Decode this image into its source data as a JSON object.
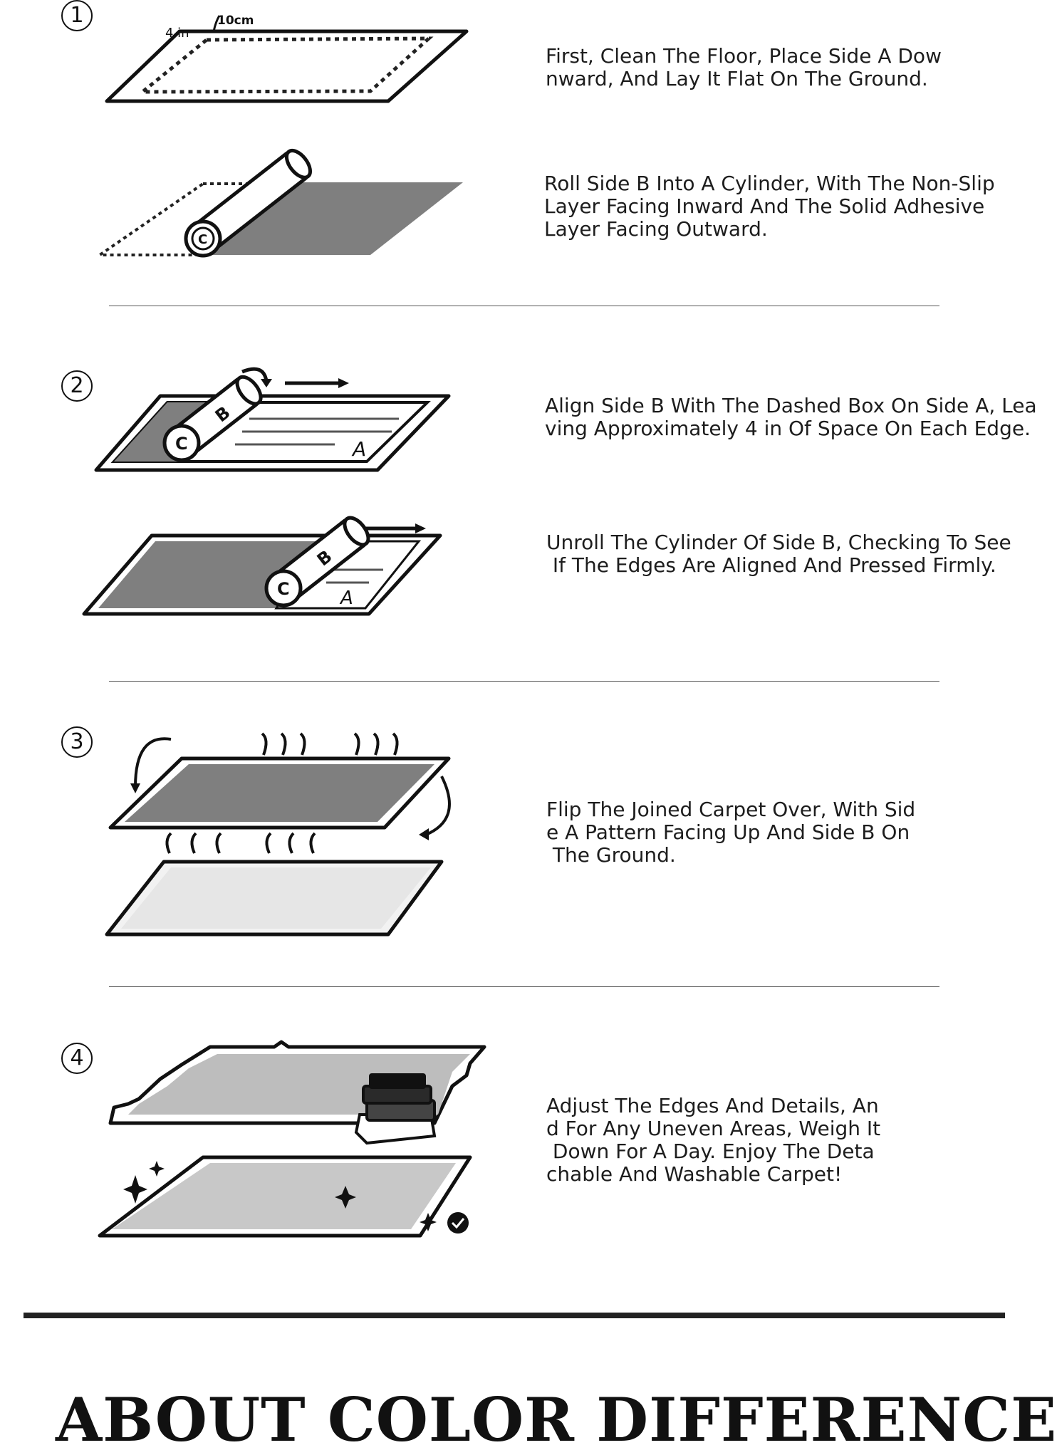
{
  "steps": [
    {
      "number": "1",
      "dimension_in": "4 in",
      "dimension_cm": "10cm",
      "text_a": "First, Clean The Floor, Place Side A Dow\nnward, And Lay It Flat On The Ground.",
      "text_b": "Roll Side B Into A Cylinder, With The Non-Slip\nLayer Facing Inward And The Solid Adhesive\nLayer Facing Outward.",
      "roll_letter": "C"
    },
    {
      "number": "2",
      "text_a": "Align Side B With The Dashed Box On Side A, Lea\nving Approximately 4 in Of Space On Each Edge.",
      "text_b": "Unroll The Cylinder Of Side B, Checking To See\n If The Edges Are Aligned And Pressed Firmly.",
      "letters": [
        "C",
        "B",
        "A"
      ]
    },
    {
      "number": "3",
      "text_a": "Flip The Joined Carpet Over, With Sid\ne A Pattern Facing Up And Side B On\n The Ground."
    },
    {
      "number": "4",
      "text_a": "Adjust The Edges And Details, An\nd For Any Uneven Areas, Weigh It\n Down For A Day. Enjoy The Deta\nchable And Washable Carpet!"
    }
  ],
  "section_heading": "ABOUT COLOR DIFFERENCE"
}
